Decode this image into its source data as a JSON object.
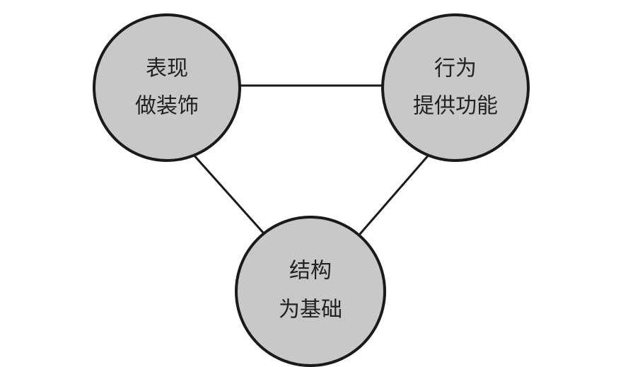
{
  "diagram": {
    "nodes": [
      {
        "id": "presentation",
        "line1": "表现",
        "line2": "做装饰",
        "fill": "#c8c8c8"
      },
      {
        "id": "behavior",
        "line1": "行为",
        "line2": "提供功能",
        "fill": "#c8c8c8"
      },
      {
        "id": "structure",
        "line1": "结构",
        "line2": "为基础",
        "fill": "#c8c8c8"
      }
    ],
    "edges": [
      {
        "from": "presentation",
        "to": "behavior"
      },
      {
        "from": "presentation",
        "to": "structure"
      },
      {
        "from": "behavior",
        "to": "structure"
      }
    ],
    "colors": {
      "node_fill": "#c8c8c8",
      "stroke": "#1a1a1a",
      "text": "#222222"
    }
  }
}
